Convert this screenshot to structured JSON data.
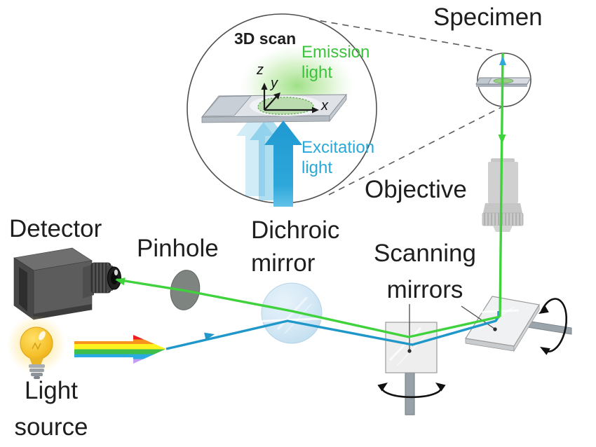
{
  "figure": {
    "type": "schematic-diagram",
    "subject": "Confocal fluorescence microscope light path with 3D scan inset"
  },
  "labels": {
    "specimen": "Specimen",
    "objective": "Objective",
    "detector": "Detector",
    "pinhole": "Pinhole",
    "dichroic_mirror": "Dichroic\nmirror",
    "scanning_mirrors": "Scanning\nmirrors",
    "light_source": "Light\nsource",
    "inset_title": "3D scan",
    "emission_light": "Emission\nlight",
    "excitation_light": "Excitation\nlight",
    "axis_x": "x",
    "axis_y": "y",
    "axis_z": "z"
  },
  "colors": {
    "emission_beam": "#3fd23c",
    "excitation_beam": "#1f97c9",
    "emission_text": "#3cc33c",
    "excitation_text": "#29a8da",
    "excitation_arrow": "#2ea7da",
    "label_text": "#1e1e1e",
    "dichroic_glass": "#c4e0f2",
    "bulb_yellow": "#f7c52e"
  },
  "icons": {
    "lightbulb-icon": "glowing yellow bulb",
    "rainbow-arrow-icon": "multicolor spectrum arrow",
    "camera-icon": "dark gray detector camera with lens",
    "pinhole-icon": "tilted gray disc",
    "dichroic-mirror-icon": "light blue glass circle",
    "scan-mirror-vertical-icon": "square glass mirror on rotating rod",
    "scan-mirror-horizontal-icon": "tilted glass mirror on rotating rod",
    "rotation-arrow-icon": "curved rotation arrows",
    "objective-icon": "gray microscope objective",
    "slide-icon": "microscope slide with green specimen",
    "excitation-arrow-icon": "cyan upward arrow with scan ghosts"
  }
}
